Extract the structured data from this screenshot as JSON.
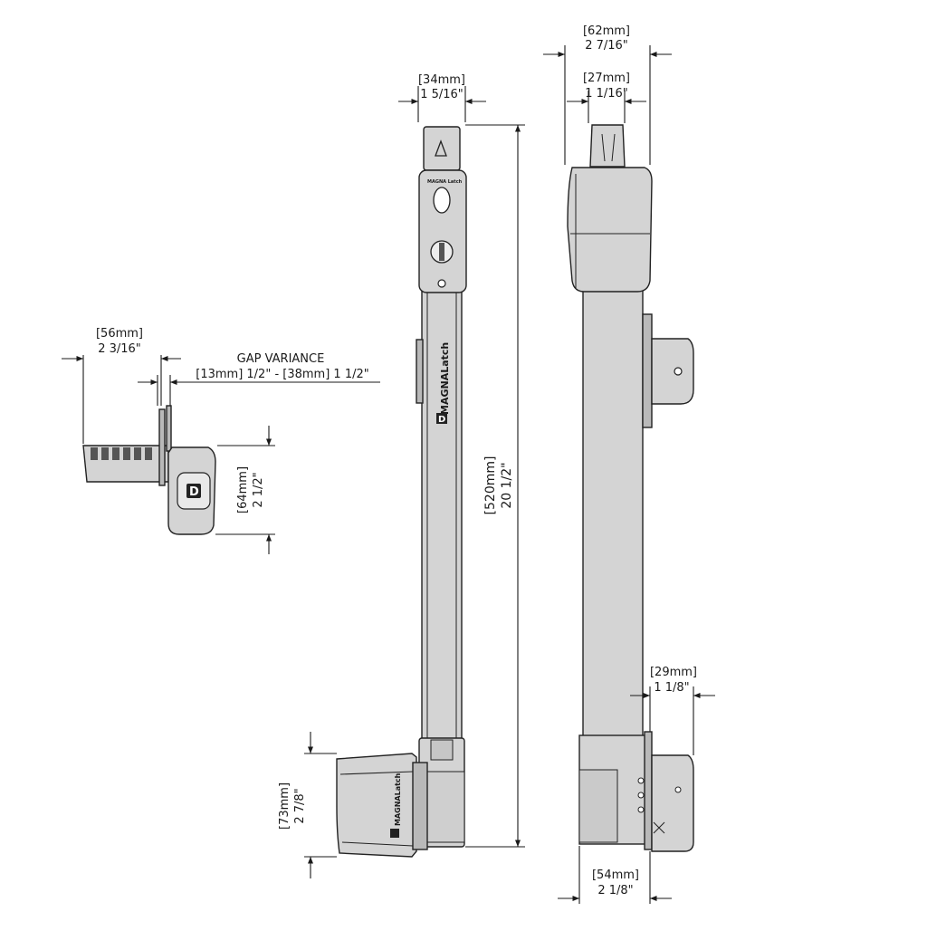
{
  "dimensions": {
    "top_left_width": {
      "mm": "[34mm]",
      "inch": "1 5/16\""
    },
    "top_right_width": {
      "mm": "[62mm]",
      "inch": "2 7/16\""
    },
    "top_right_inner": {
      "mm": "[27mm]",
      "inch": "1 1/16\""
    },
    "side_width": {
      "mm": "[56mm]",
      "inch": "2 3/16\""
    },
    "gap_variance": {
      "title": "GAP VARIANCE",
      "range": "[13mm] 1/2\"  - [38mm] 1 1/2\""
    },
    "side_height": {
      "mm": "[64mm]",
      "inch": "2 1/2\""
    },
    "total_length": {
      "mm": "[520mm]",
      "inch": "20 1/2\""
    },
    "bottom_height": {
      "mm": "[73mm]",
      "inch": "2 7/8\""
    },
    "bottom_right_small": {
      "mm": "[29mm]",
      "inch": "1 1/8\""
    },
    "bottom_right_width": {
      "mm": "[54mm]",
      "inch": "2 1/8\""
    }
  },
  "branding": {
    "product_name": "MAGNALatch",
    "logo_letter": "D"
  },
  "colors": {
    "body": "#d4d4d4",
    "outline": "#222222",
    "background": "#ffffff"
  }
}
